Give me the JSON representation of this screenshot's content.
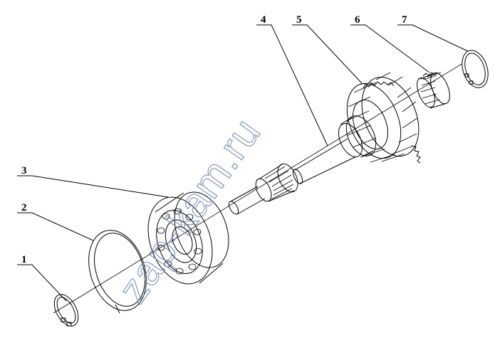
{
  "diagram": {
    "callouts": [
      {
        "id": "1",
        "label": "1"
      },
      {
        "id": "2",
        "label": "2"
      },
      {
        "id": "3",
        "label": "3"
      },
      {
        "id": "4",
        "label": "4"
      },
      {
        "id": "5",
        "label": "5"
      },
      {
        "id": "6",
        "label": "6"
      },
      {
        "id": "7",
        "label": "7"
      }
    ],
    "watermark": "zap-kam.ru"
  },
  "colors": {
    "line": "#000000",
    "watermark": "#6f86b0",
    "background": "#ffffff"
  }
}
